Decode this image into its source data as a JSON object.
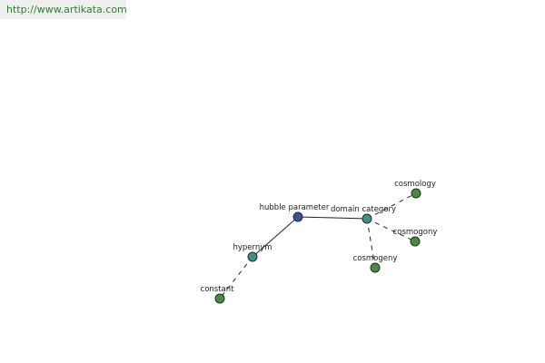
{
  "header": {
    "url": "http://www.artikata.com"
  },
  "graph": {
    "colors": {
      "root": "#3c4f9c",
      "relation": "#3f8f8a",
      "term": "#4a8a45"
    },
    "nodes": [
      {
        "id": "hubble",
        "label": "hubble parameter",
        "kind": "root"
      },
      {
        "id": "domain",
        "label": "domain category",
        "kind": "relation"
      },
      {
        "id": "hypernym",
        "label": "hypernym",
        "kind": "relation"
      },
      {
        "id": "constant",
        "label": "constant",
        "kind": "term"
      },
      {
        "id": "cosmology",
        "label": "cosmology",
        "kind": "term"
      },
      {
        "id": "cosmogony",
        "label": "cosmogony",
        "kind": "term"
      },
      {
        "id": "cosmogeny",
        "label": "cosmogeny",
        "kind": "term"
      }
    ],
    "edges": [
      {
        "from": "hubble",
        "to": "domain",
        "style": "solid"
      },
      {
        "from": "hubble",
        "to": "hypernym",
        "style": "solid"
      },
      {
        "from": "hypernym",
        "to": "constant",
        "style": "dashed"
      },
      {
        "from": "domain",
        "to": "cosmology",
        "style": "dashed"
      },
      {
        "from": "domain",
        "to": "cosmogony",
        "style": "dashed"
      },
      {
        "from": "domain",
        "to": "cosmogeny",
        "style": "dashed"
      }
    ]
  }
}
